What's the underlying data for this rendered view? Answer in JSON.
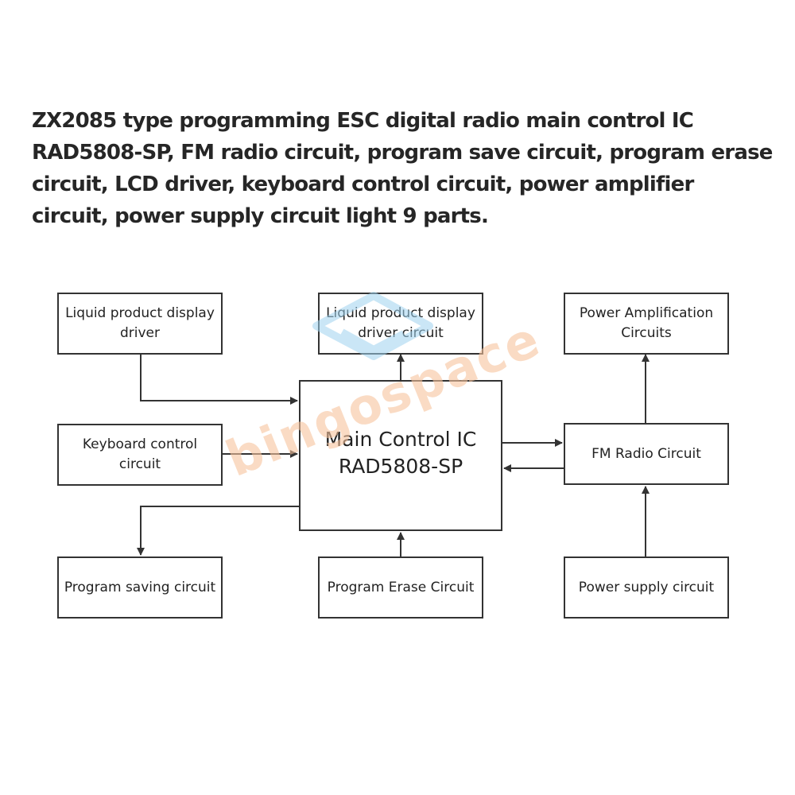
{
  "heading": "ZX2085 type programming ESC digital radio main control IC RAD5808-SP, FM radio circuit, program save circuit, program erase circuit, LCD driver, keyboard control circuit, power amplifier circuit, power supply circuit light 9 parts.",
  "watermark": {
    "text": "bingospace",
    "color": "#f6c39c"
  },
  "boxes": {
    "lcd_driver": "Liquid product display driver",
    "lcd_driver_circuit": "Liquid product display driver circuit",
    "power_amp": "Power Amplification Circuits",
    "keyboard": "Keyboard control circuit",
    "main_ic": "Main Control IC RAD5808-SP",
    "fm_radio": "FM Radio Circuit",
    "program_saving": "Program saving circuit",
    "program_erase": "Program Erase Circuit",
    "power_supply": "Power supply circuit"
  },
  "colors": {
    "line": "#333333",
    "text": "#222222",
    "background": "#ffffff"
  }
}
